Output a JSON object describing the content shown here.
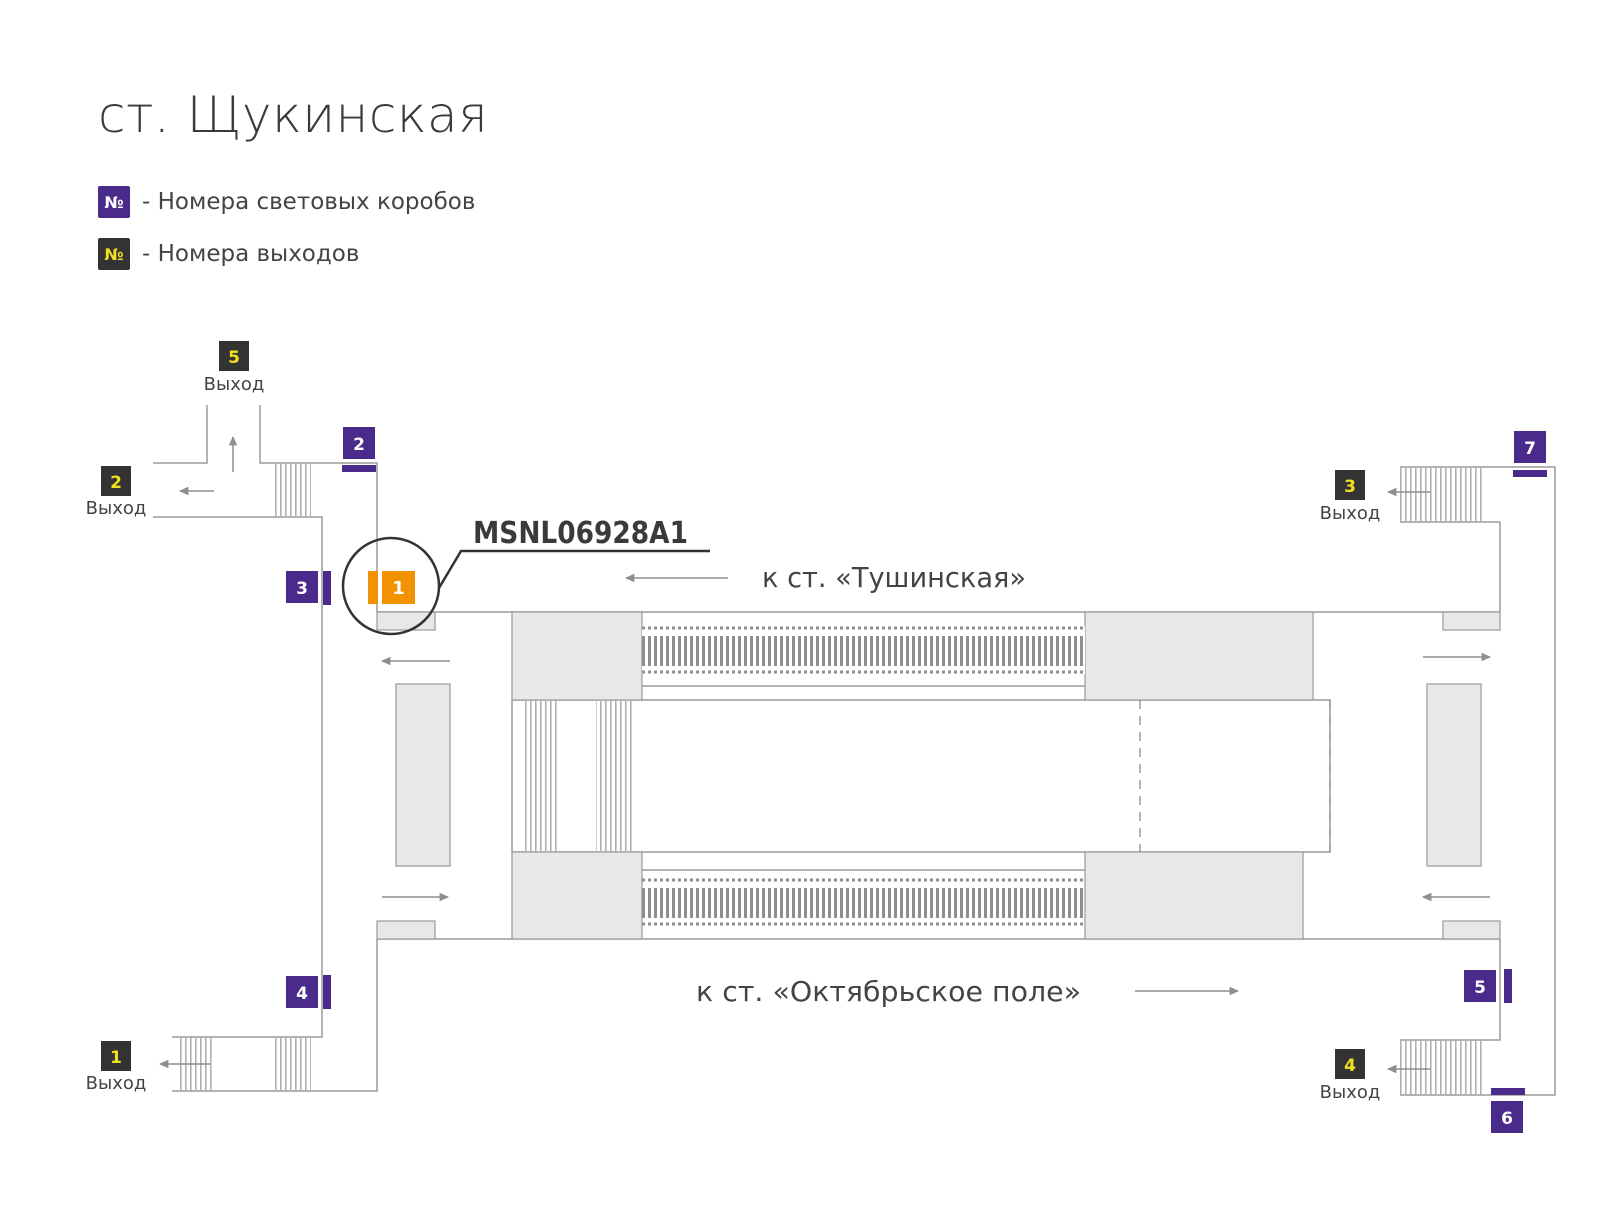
{
  "station": {
    "title": "ст. Щукинская"
  },
  "legend": {
    "items": [
      {
        "symbol": "№",
        "text": "- Номера световых коробов",
        "color": "#4a2a8a",
        "text_color": "#ffffff"
      },
      {
        "symbol": "№",
        "text": "- Номера выходов",
        "color": "#333333",
        "text_color": "#f0e020"
      }
    ]
  },
  "colors": {
    "lightbox": "#4a2a8a",
    "exit": "#333333",
    "exit_number": "#f0e020",
    "highlight": "#f39200",
    "line": "#9a9a9a",
    "block": "#e8e8e8"
  },
  "highlight": {
    "code": "MSNL06928A1",
    "number": "1"
  },
  "directions": {
    "top": "к ст. «Тушинская»",
    "bottom": "к ст. «Октябрьское  поле»"
  },
  "exit_word": "Выход",
  "exits": [
    "5",
    "2",
    "1",
    "3",
    "4"
  ],
  "lightboxes": [
    "2",
    "3",
    "4",
    "7",
    "5",
    "6"
  ]
}
